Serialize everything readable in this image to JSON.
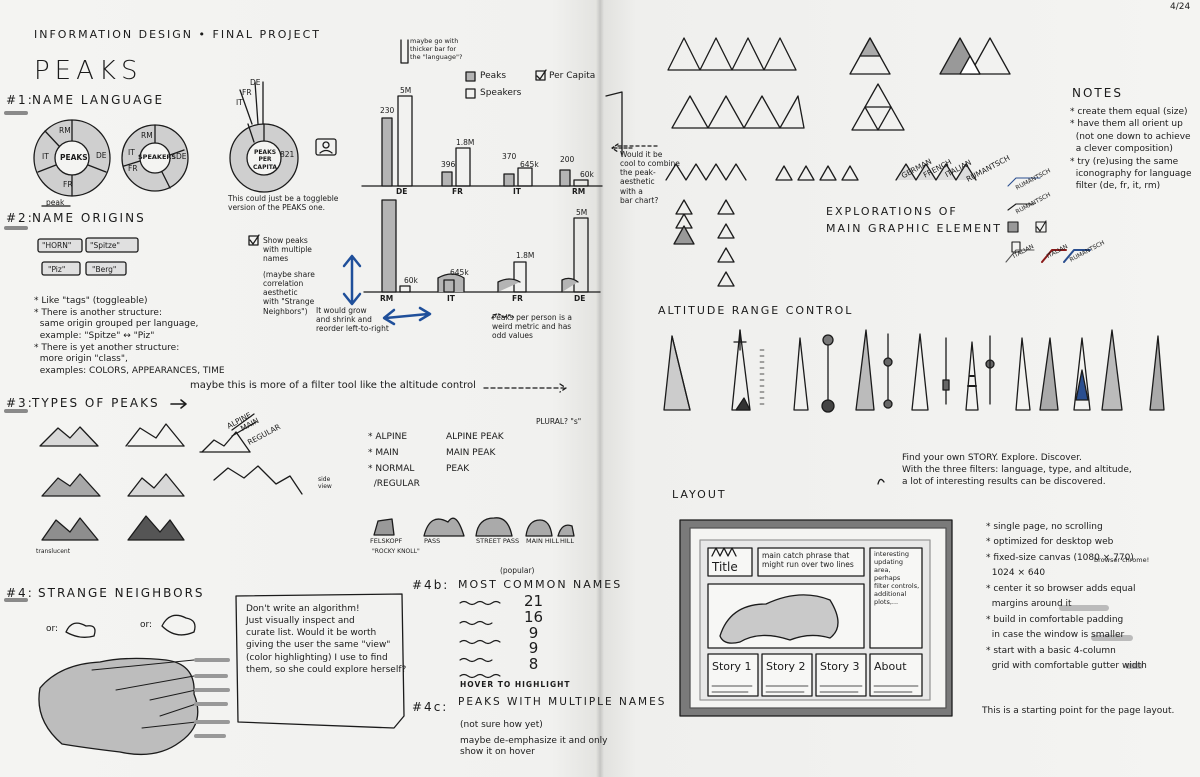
{
  "page_number": "4/24",
  "header": {
    "course": "INFORMATION DESIGN • FINAL PROJECT",
    "title": "PEAKS"
  },
  "section1": {
    "num": "#1:",
    "title": "NAME LANGUAGE",
    "donut1_center": "PEAKS",
    "donut2_center": "SPEAKERS",
    "donut3_center": "PEAKS PER CAPITA",
    "seg_rm": "RM",
    "seg_it": "IT",
    "seg_de": "DE",
    "seg_fr": "FR",
    "val_821": "821",
    "struck_peak": "peak",
    "toggle_note": "This could just be a toggleble\nversion of the PEAKS one.",
    "maybe_note": "maybe go with\nthicker bar for\nthe \"language\"?",
    "legend_peaks": "Peaks",
    "legend_speakers": "Speakers",
    "legend_percapita": "Per Capita",
    "bars_top_values": {
      "de_a": "230",
      "de_b": "5M",
      "fr_a": "396",
      "fr_b": "1.8M",
      "it_a": "370",
      "it_b": "645k",
      "rm_a": "200",
      "rm_b": "60k"
    },
    "bars_top_labels": [
      "DE",
      "FR",
      "IT",
      "RM"
    ],
    "bars_bottom_values": {
      "rm": "60k",
      "it": "645k",
      "fr": "1.8M",
      "de": "5M"
    },
    "bars_bottom_labels": [
      "RM",
      "IT",
      "FR",
      "DE"
    ],
    "grow_note": "It would grow\nand shrink and\nreorder left-to-right",
    "percapita_note": "Peaks per person is a\nweird metric and has\nodd values",
    "combine_note": "Would it be\ncool to combine\nthe peak-\naesthetic\nwith a\nbar chart?"
  },
  "section2": {
    "num": "#2:",
    "title": "NAME ORIGINS",
    "tags": [
      "\"HORN\"",
      "\"Spitze\"",
      "\"Piz\"",
      "\"Berg\""
    ],
    "show_peaks": "Show peaks\nwith multiple\nnames",
    "show_peaks_sub": "(maybe share\ncorrelation\naesthetic\nwith \"Strange\nNeighbors\")",
    "bullets": "* Like \"tags\" (toggleable)\n* There is another structure:\n  same origin grouped per language,\n  example: \"Spitze\" ↔ \"Piz\"\n* There is yet another structure:\n  more origin \"class\",\n  examples: COLORS, APPEARANCES, TIME"
  },
  "section3": {
    "num": "#3:",
    "title": "TYPES OF PEAKS",
    "filter_note": "maybe this is more of a filter tool like the altitude control",
    "alpine_tag": "ALPINE",
    "main_tag": "MAIN",
    "regular_tag": "REGULAR",
    "side_view": "side\nview",
    "plural": "PLURAL? \"s\"",
    "list_left": "* ALPINE\n* MAIN\n* NORMAL\n  /REGULAR",
    "list_right": "ALPINE PEAK\nMAIN PEAK\nPEAK",
    "translucent": "translucent",
    "shapes": [
      "FELSKOPF",
      "PASS",
      "STREET PASS",
      "MAIN HILL",
      "HILL"
    ],
    "rocky": "\"ROCKY KNOLL\""
  },
  "section4": {
    "num": "#4:",
    "title": "STRANGE NEIGHBORS",
    "or1": "or:",
    "or2": "or:",
    "note": "Don't write an algorithm!\nJust visually inspect and\ncurate list. Would it be worth\ngiving the user the same \"view\"\n(color highlighting) I use to find\nthem, so she could explore herself?"
  },
  "section4b": {
    "num": "#4b:",
    "popular": "(popular)",
    "title": "MOST COMMON NAMES",
    "counts": "21\n16\n9\n9\n8",
    "hover": "HOVER TO HIGHLIGHT"
  },
  "section4c": {
    "num": "#4c:",
    "title": "PEAKS WITH MULTIPLE NAMES",
    "sub": "(not sure how yet)",
    "sub2": "maybe de-emphasize it and only\nshow it on hover"
  },
  "right": {
    "notes_title": "NOTES",
    "notes": "* create them equal (size)\n* have them all orient up\n  (not one down to achieve\n  a clever composition)\n* try (re)using the same\n  iconography for language\n  filter (de, fr, it, rm)",
    "explorations": "EXPLORATIONS OF\nMAIN GRAPHIC ELEMENT",
    "lang_labels": [
      "GERMAN",
      "FRENCH",
      "ITALIAN",
      "RUMANTSCH"
    ],
    "tag_labels": [
      "RUMANTSCH",
      "RUMANTSCH",
      "ITALIAN",
      "ITALIAN",
      "RUMANTSCH"
    ],
    "altitude_title": "ALTITUDE RANGE CONTROL",
    "story": "Find your own STORY. Explore. Discover.\nWith the three filters: language, type, and altitude,\na lot of interesting results can be discovered.",
    "layout_title": "LAYOUT",
    "wire_title": "Title",
    "wire_catch": "main catch phrase that\nmight run over two lines",
    "wire_side": "interesting\nupdating\narea,\nperhaps\nfilter controls,\nadditional\nplots,...",
    "wire_stories": [
      "Story 1",
      "Story 2",
      "Story 3",
      "About"
    ],
    "layout_notes": "* single page, no scrolling\n* optimized for desktop web\n* fixed-size canvas (1080 × 770)\n  1024 × 640\n* center it so browser adds equal\n  margins around it\n* build in comfortable padding\n  in case the window is smaller\n* start with a basic 4-column\n  grid with comfortable gutter width",
    "browser_chrome": "browser chrome!",
    "starting": "This is a starting point for the page layout."
  }
}
